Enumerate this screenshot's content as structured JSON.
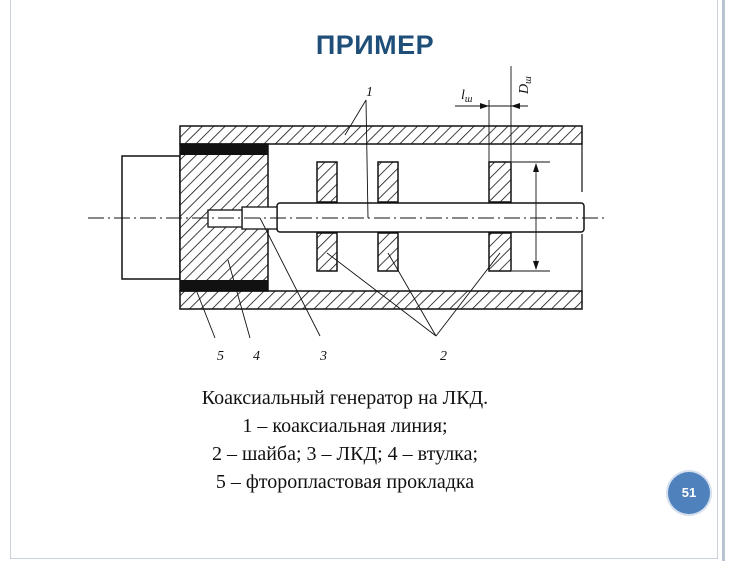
{
  "slide": {
    "title": "ПРИМЕР",
    "page_number": "51"
  },
  "diagram": {
    "labels": {
      "line": "1",
      "washer": "2",
      "lkd": "3",
      "sleeve": "4",
      "gasket": "5",
      "washer_length": "l",
      "washer_length_sub": "ш",
      "washer_diameter": "D",
      "washer_diameter_sub": "ш"
    }
  },
  "caption": {
    "line1": "Коаксиальный генератор на ЛКД.",
    "line2": "1 – коаксиальная линия;",
    "line3": "2 – шайба; 3 – ЛКД; 4 – втулка;",
    "line4": "5 – фторопластовая прокладка"
  }
}
